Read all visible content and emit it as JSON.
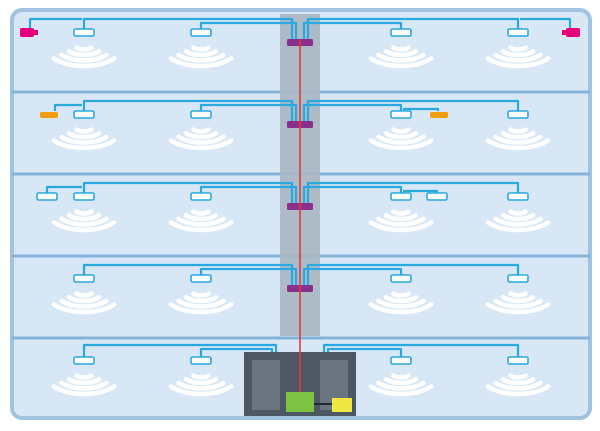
{
  "diagram": {
    "colors": {
      "background": "#ffffff",
      "floor_fill": "#d8e7f6",
      "frame": "#9fc3e1",
      "floor_divider": "#86b4d8",
      "riser_shaft": "#a9b6c2",
      "cable": "#29a9e0",
      "access_point_fill": "#ffffff",
      "access_point_stroke": "#29a9e0",
      "coverage_waves": "#ffffff",
      "floor_switch": "#8a2f8e",
      "backbone_fiber": "#e53935",
      "equipment_room": "#4e5863",
      "equipment_room_inner": "#6a7580",
      "core_switch": "#7dc243",
      "secondary_device": "#f1e743",
      "camera": "#e6007e",
      "sensor": "#f39c12"
    },
    "floor_count": 5,
    "floors": [
      {
        "label": "",
        "access_points": [
          {
            "device": "access-point"
          },
          {
            "device": "access-point"
          },
          {
            "device": "access-point"
          },
          {
            "device": "access-point"
          }
        ],
        "edge_devices": [
          {
            "device": "camera"
          },
          {
            "device": "camera"
          }
        ],
        "floor_switch": true
      },
      {
        "label": "",
        "access_points": [
          {
            "device": "access-point"
          },
          {
            "device": "access-point"
          },
          {
            "device": "access-point"
          },
          {
            "device": "access-point"
          }
        ],
        "edge_devices": [
          {
            "device": "sensor"
          },
          {
            "device": "sensor"
          }
        ],
        "floor_switch": true
      },
      {
        "label": "",
        "access_points": [
          {
            "device": "access-point"
          },
          {
            "device": "access-point"
          },
          {
            "device": "access-point"
          },
          {
            "device": "access-point"
          }
        ],
        "edge_devices": [
          {
            "device": "access-point"
          },
          {
            "device": "access-point"
          }
        ],
        "floor_switch": true
      },
      {
        "label": "",
        "access_points": [
          {
            "device": "access-point"
          },
          {
            "device": "access-point"
          },
          {
            "device": "access-point"
          },
          {
            "device": "access-point"
          }
        ],
        "edge_devices": [],
        "floor_switch": true
      },
      {
        "label": "",
        "access_points": [
          {
            "device": "access-point"
          },
          {
            "device": "access-point"
          },
          {
            "device": "access-point"
          },
          {
            "device": "access-point"
          }
        ],
        "edge_devices": [],
        "floor_switch": false,
        "equipment_room": true
      }
    ],
    "icons": {
      "access_point": "access-point-icon",
      "waves": "wifi-coverage-icon",
      "camera": "security-camera-icon",
      "sensor": "iot-sensor-icon",
      "floor_switch": "network-switch-icon",
      "core_switch": "core-switch-icon",
      "secondary_device": "network-device-icon"
    }
  }
}
